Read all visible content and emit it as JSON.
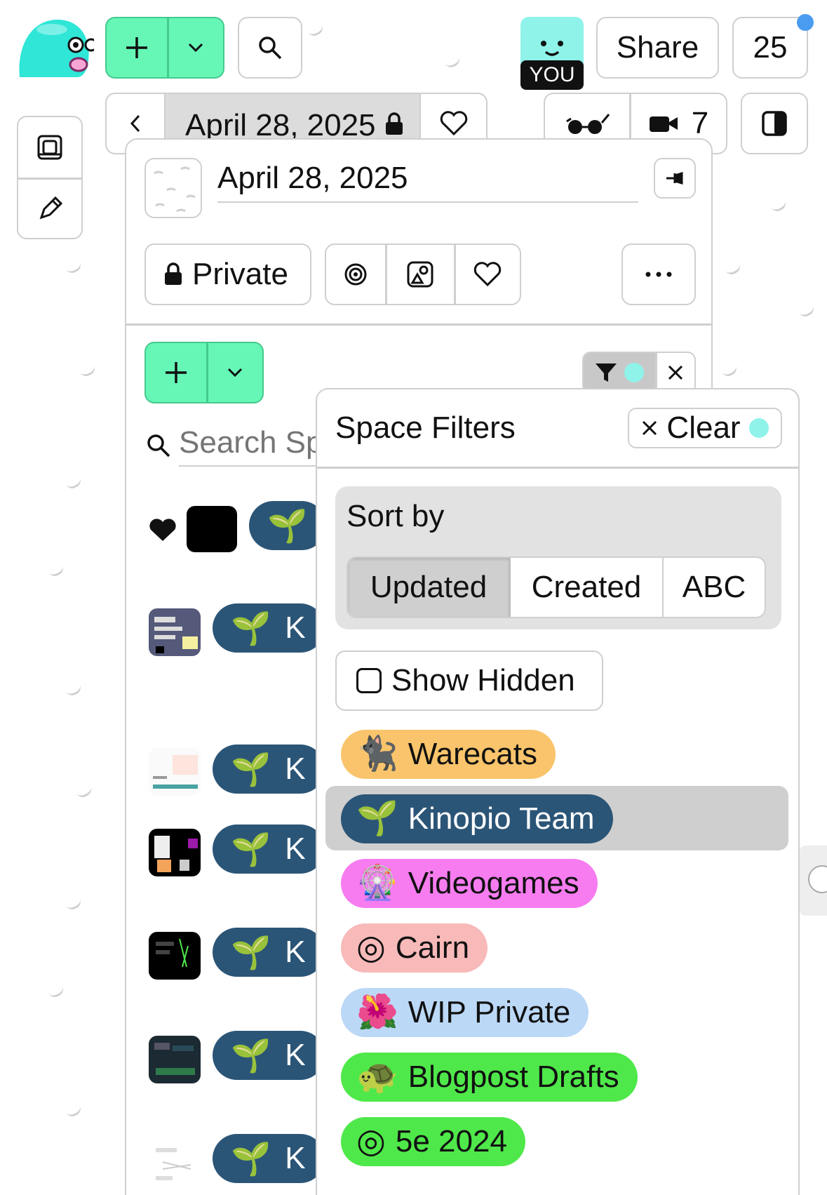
{
  "topbar": {
    "you_label": "YOU",
    "share_label": "Share",
    "notifications_count": "25",
    "notification_dot_color": "#4a9cf0"
  },
  "space_bar": {
    "date": "April 28, 2025",
    "collaborators_count": "7"
  },
  "space_panel": {
    "title": "April 28, 2025",
    "privacy_label": "Private",
    "search_placeholder": "Search Spaces"
  },
  "space_list": {
    "pill_letter": "K",
    "pill_emoji": "🌱",
    "pill_color": "#2b5577"
  },
  "filters": {
    "title": "Space Filters",
    "clear_label": "Clear",
    "sort_by_label": "Sort by",
    "sort_options": [
      "Updated",
      "Created",
      "ABC"
    ],
    "sort_selected": "Updated",
    "show_hidden_label": "Show Hidden",
    "show_hidden_checked": false,
    "groups": [
      {
        "emoji": "🐈‍⬛",
        "name": "Warecats",
        "color": "#f9c46b"
      },
      {
        "emoji": "🌱",
        "name": "Kinopio Team",
        "color": "#2b5577",
        "selected": true
      },
      {
        "emoji": "🎡",
        "name": "Videogames",
        "color": "#f67cf0"
      },
      {
        "emoji": "◎",
        "name": "Cairn",
        "color": "#f8b9b9"
      },
      {
        "emoji": "🌺",
        "name": "WIP Private",
        "color": "#bcd8f7"
      },
      {
        "emoji": "🐢",
        "name": "Blogpost Drafts",
        "color": "#4fe84a"
      },
      {
        "emoji": "◎",
        "name": "5e 2024",
        "color": "#4fe84a"
      }
    ]
  }
}
